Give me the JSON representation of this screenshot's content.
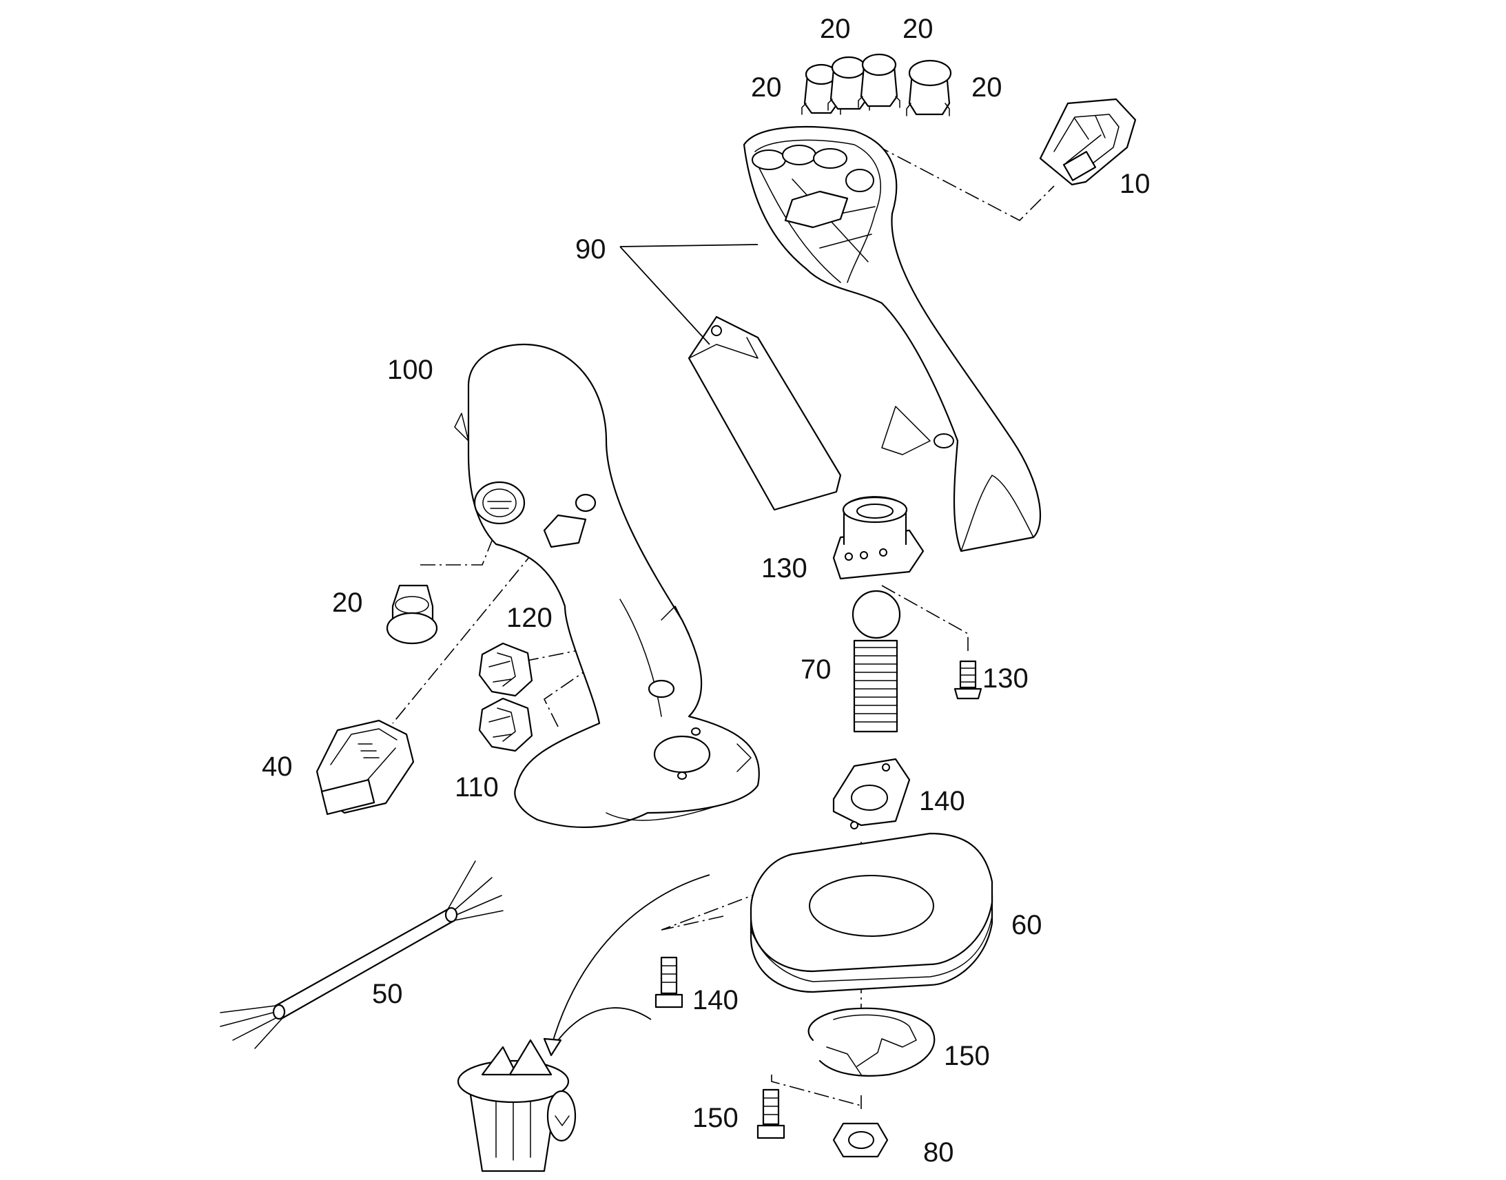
{
  "diagram": {
    "type": "exploded-parts-view",
    "parts": [
      {
        "id": "p10",
        "label": "10",
        "icon": "button-module-icon"
      },
      {
        "id": "p20a",
        "label": "20",
        "icon": "push-button-icon"
      },
      {
        "id": "p20b",
        "label": "20",
        "icon": "push-button-icon"
      },
      {
        "id": "p20c",
        "label": "20",
        "icon": "push-button-icon"
      },
      {
        "id": "p20d",
        "label": "20",
        "icon": "push-button-icon"
      },
      {
        "id": "p20e",
        "label": "20",
        "icon": "push-button-icon"
      },
      {
        "id": "p40",
        "label": "40",
        "icon": "trigger-module-icon"
      },
      {
        "id": "p50",
        "label": "50",
        "icon": "cable-icon"
      },
      {
        "id": "p60",
        "label": "60",
        "icon": "base-pad-icon"
      },
      {
        "id": "p70",
        "label": "70",
        "icon": "ball-spring-icon"
      },
      {
        "id": "p80",
        "label": "80",
        "icon": "nut-icon"
      },
      {
        "id": "p90",
        "label": "90",
        "icon": "handle-shell-icon"
      },
      {
        "id": "p100",
        "label": "100",
        "icon": "joystick-grip-icon"
      },
      {
        "id": "p110",
        "label": "110",
        "icon": "clip-icon"
      },
      {
        "id": "p120",
        "label": "120",
        "icon": "clip-icon"
      },
      {
        "id": "p130a",
        "label": "130",
        "icon": "socket-block-icon"
      },
      {
        "id": "p130b",
        "label": "130",
        "icon": "screw-icon"
      },
      {
        "id": "p140a",
        "label": "140",
        "icon": "mount-plate-icon"
      },
      {
        "id": "p140b",
        "label": "140",
        "icon": "bolt-icon"
      },
      {
        "id": "p150a",
        "label": "150",
        "icon": "spring-ring-icon"
      },
      {
        "id": "p150b",
        "label": "150",
        "icon": "bolt-icon"
      }
    ],
    "trash": {
      "icon": "trash-can-icon"
    }
  }
}
